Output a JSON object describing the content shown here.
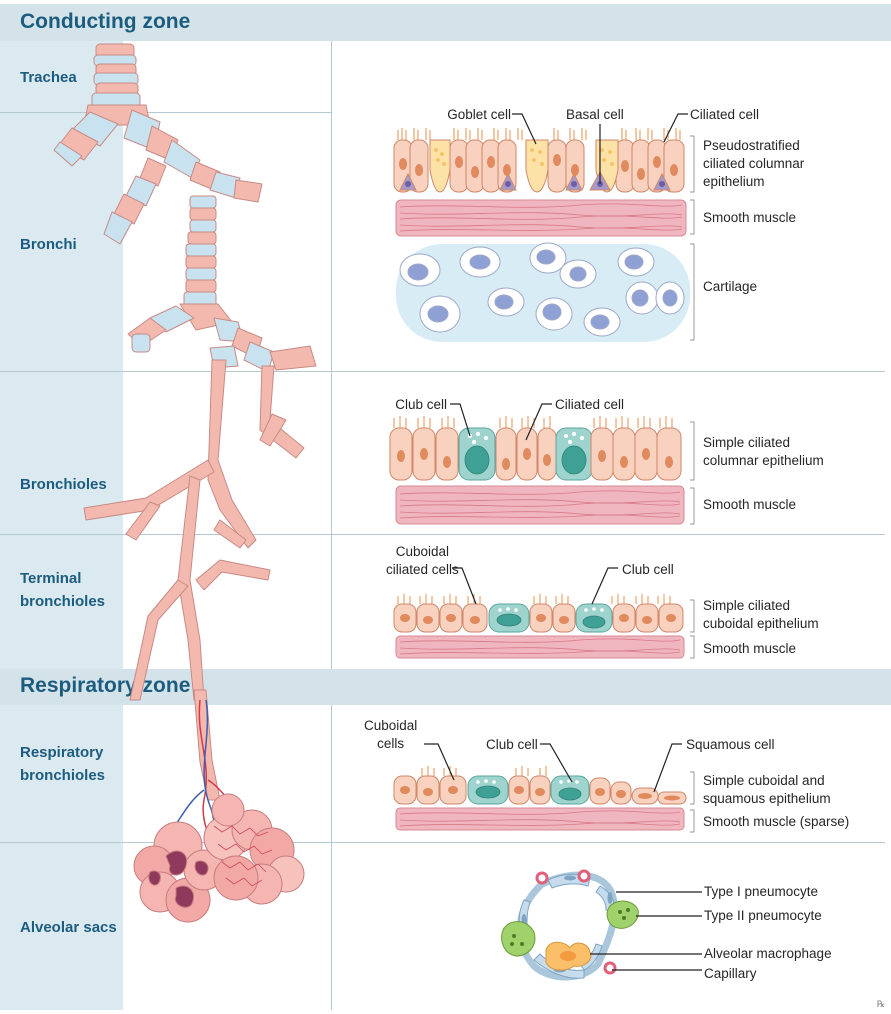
{
  "zones": {
    "conducting": "Conducting zone",
    "respiratory": "Respiratory zone"
  },
  "rows": {
    "trachea": "Trachea",
    "bronchi": "Bronchi",
    "bronchioles": "Bronchioles",
    "terminal_bronchioles": "Terminal\nbronchioles",
    "respiratory_bronchioles": "Respiratory\nbronchioles",
    "alveolar_sacs": "Alveolar sacs"
  },
  "bronchi_panel": {
    "goblet_cell": "Goblet cell",
    "basal_cell": "Basal cell",
    "ciliated_cell": "Ciliated cell",
    "epithelium": "Pseudostratified\nciliated columnar\nepithelium",
    "smooth_muscle": "Smooth muscle",
    "cartilage": "Cartilage"
  },
  "bronchioles_panel": {
    "club_cell": "Club cell",
    "ciliated_cell": "Ciliated cell",
    "epithelium": "Simple ciliated\ncolumnar epithelium",
    "smooth_muscle": "Smooth muscle"
  },
  "terminal_panel": {
    "cuboidal_ciliated_cells": "Cuboidal\nciliated cells",
    "club_cell": "Club cell",
    "epithelium": "Simple ciliated\ncuboidal epithelium",
    "smooth_muscle": "Smooth muscle"
  },
  "respiratory_panel": {
    "cuboidal_cells": "Cuboidal\ncells",
    "club_cell": "Club cell",
    "squamous_cell": "Squamous cell",
    "epithelium": "Simple cuboidal and\nsquamous epithelium",
    "smooth_muscle": "Smooth muscle (sparse)"
  },
  "alveolar_panel": {
    "type1": "Type I pneumocyte",
    "type2": "Type II pneumocyte",
    "macrophage": "Alveolar macrophage",
    "capillary": "Capillary"
  },
  "colors": {
    "zone_title": "#1c5c7e",
    "side_column": "#dbeaf1",
    "zone_bar": "#d4e3ea",
    "cell_pink": "#f8d2bf",
    "club_teal": "#9fd3cd",
    "smooth_muscle": "#f0b6bf",
    "cartilage": "#d7ecf5"
  }
}
